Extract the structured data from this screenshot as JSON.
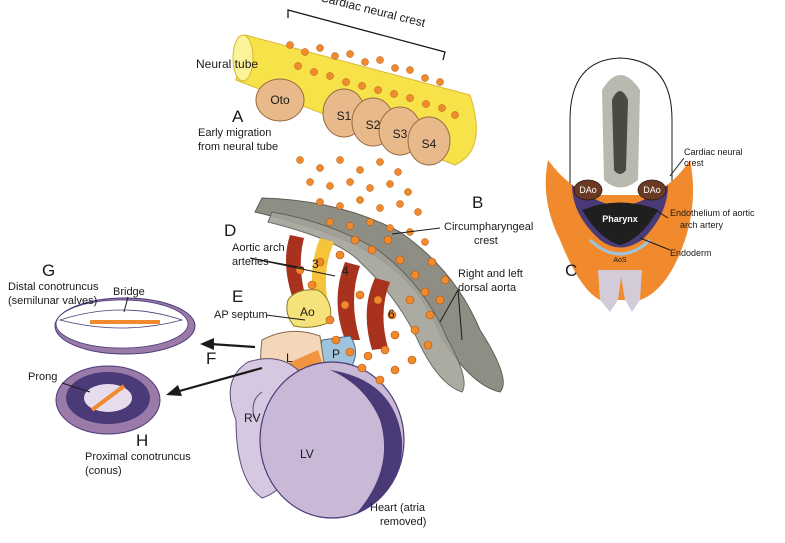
{
  "labels": {
    "cardiac_neural_crest_top": "Cardiac neural crest",
    "neural_tube": "Neural tube",
    "oto": "Oto",
    "s1": "S1",
    "s2": "S2",
    "s3": "S3",
    "s4": "S4",
    "letter_a": "A",
    "early_migration_1": "Early migration",
    "early_migration_2": "from neural tube",
    "letter_b": "B",
    "circumpharyngeal_1": "Circumpharyngeal",
    "circumpharyngeal_2": "crest",
    "letter_c": "C",
    "letter_d": "D",
    "aortic_arch_1": "Aortic arch",
    "aortic_arch_2": "arteries",
    "num_3": "3",
    "num_4": "4",
    "num_6": "6",
    "letter_e": "E",
    "ap_septum": "AP septum",
    "ao": "Ao",
    "p": "P",
    "l": "L",
    "letter_f": "F",
    "letter_g": "G",
    "distal_1": "Distal conotruncus",
    "distal_2": "(semilunar valves)",
    "bridge": "Bridge",
    "prong": "Prong",
    "letter_h": "H",
    "proximal_1": "Proximal conotruncus",
    "proximal_2": "(conus)",
    "rv": "RV",
    "lv": "LV",
    "heart_1": "Heart (atria",
    "heart_2": "removed)",
    "right_left_1": "Right and left",
    "right_left_2": "dorsal aorta",
    "cardiac_nc_c_1": "Cardiac neural",
    "cardiac_nc_c_2": "crest",
    "dao_left": "DAo",
    "dao_right": "DAo",
    "pharynx": "Pharynx",
    "endothelium_1": "Endothelium of aortic",
    "endothelium_2": "arch artery",
    "endoderm": "Endoderm",
    "aos": "AoS"
  },
  "colors": {
    "crest_orange": "#f08a2c",
    "neural_tube_yellow": "#f7e24a",
    "somite_tan": "#e8b98a",
    "aorta_gray": "#8e8e84",
    "heart_purple": "#c9b8d6",
    "heart_dark": "#4b3a78",
    "artery_red": "#a8321e",
    "pulmonary_blue": "#9ec3dc"
  }
}
